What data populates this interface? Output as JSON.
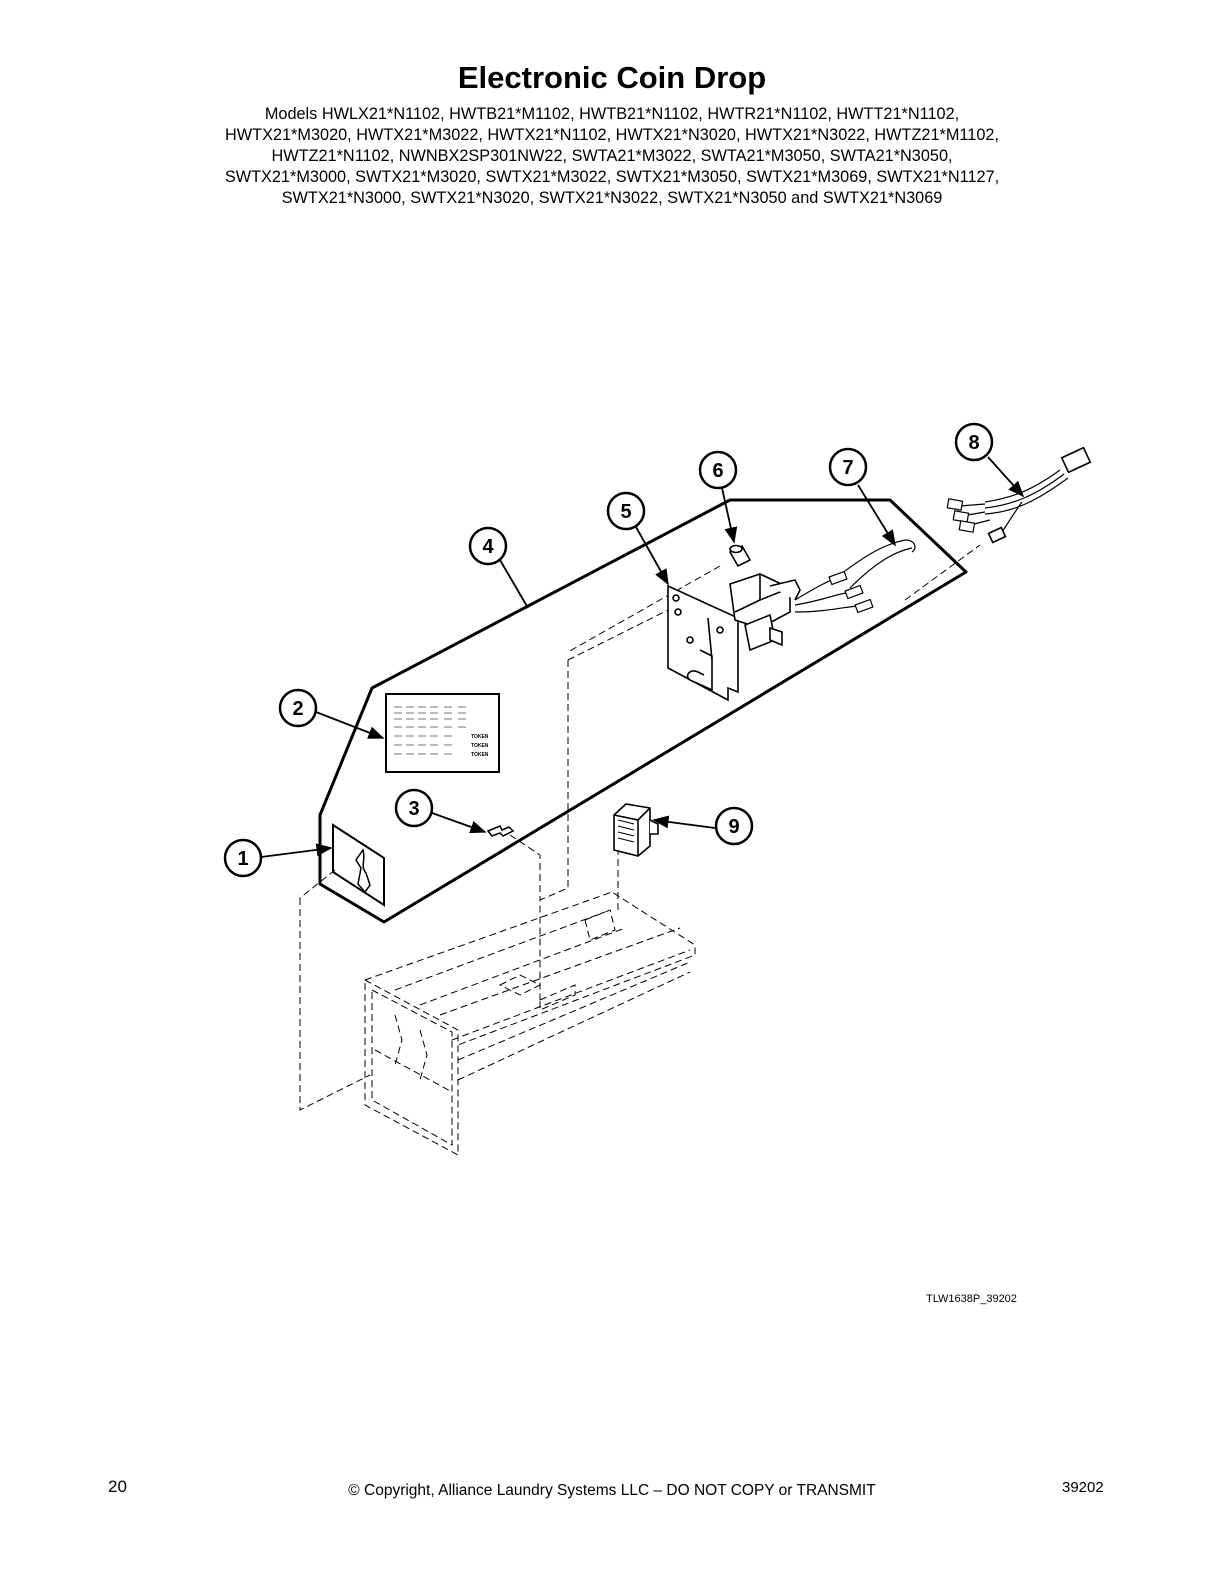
{
  "title": "Electronic Coin Drop",
  "models_lines": [
    "Models HWLX21*N1102, HWTB21*M1102, HWTB21*N1102, HWTR21*N1102, HWTT21*N1102,",
    "HWTX21*M3020, HWTX21*M3022, HWTX21*N1102, HWTX21*N3020, HWTX21*N3022, HWTZ21*M1102,",
    "HWTZ21*N1102, NWNBX2SP301NW22, SWTA21*M3022, SWTA21*M3050, SWTA21*N3050,",
    "SWTX21*M3000, SWTX21*M3020, SWTX21*M3022, SWTX21*M3050, SWTX21*M3069, SWTX21*N1127,",
    "SWTX21*N3000, SWTX21*N3020, SWTX21*N3022, SWTX21*N3050 and SWTX21*N3069"
  ],
  "callouts": [
    "1",
    "2",
    "3",
    "4",
    "5",
    "6",
    "7",
    "8",
    "9"
  ],
  "label_tokens": [
    "TOKEN",
    "TOKEN",
    "TOKEN"
  ],
  "figure_code": "TLW1638P_39202",
  "footer": {
    "page_number": "20",
    "copyright": "© Copyright, Alliance Laundry Systems LLC – DO NOT COPY or TRANSMIT",
    "doc_number": "39202"
  }
}
